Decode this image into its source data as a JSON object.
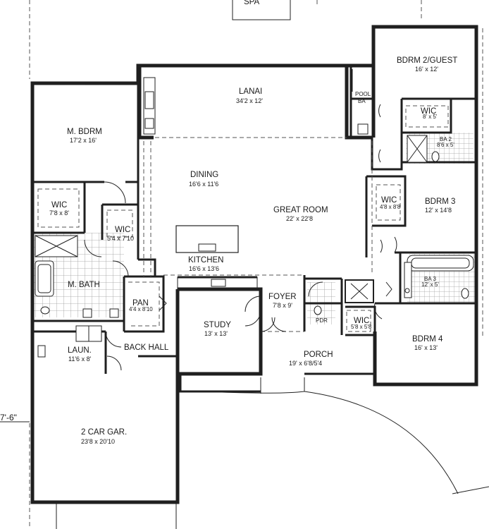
{
  "plan": {
    "partial_label": "SPA",
    "dimension_label": "7'-6\"",
    "rooms": {
      "lanai": {
        "name": "LANAI",
        "dim": "34'2 x 12'"
      },
      "pool_bath": {
        "name": "POOL",
        "sub": "BA"
      },
      "bdrm2": {
        "name": "BDRM 2/GUEST",
        "dim": "16' x 12'"
      },
      "wic_guest": {
        "name": "WIC",
        "dim": "8' x 5'"
      },
      "bath2": {
        "name": "BA 2",
        "dim": "8'6 x 5'"
      },
      "m_bdrm": {
        "name": "M. BDRM",
        "dim": "17'2 x 16'"
      },
      "dining": {
        "name": "DINING",
        "dim": "16'6 x 11'6"
      },
      "great_room": {
        "name": "GREAT ROOM",
        "dim": "22' x 22'8"
      },
      "wic_m1": {
        "name": "WIC",
        "dim": "7'8 x 8'"
      },
      "wic_m2": {
        "name": "WIC",
        "dim": "5'4 x 7'10"
      },
      "wic_b3": {
        "name": "WIC",
        "dim": "4'8 x 8'8"
      },
      "bdrm3": {
        "name": "BDRM 3",
        "dim": "12' x 14'8"
      },
      "kitchen": {
        "name": "KITCHEN",
        "dim": "16'6 x 13'6"
      },
      "m_bath": {
        "name": "M. BATH"
      },
      "pan": {
        "name": "PAN",
        "dim": "4'4 x 8'10"
      },
      "foyer": {
        "name": "FOYER",
        "dim": "7'8 x 9'"
      },
      "bath3": {
        "name": "BA 3",
        "dim": "12' x 5'"
      },
      "pdr": {
        "name": "PDR"
      },
      "wic_b4": {
        "name": "WIC",
        "dim": "5'8 x 5'8"
      },
      "study": {
        "name": "STUDY",
        "dim": "13' x 13'"
      },
      "bdrm4": {
        "name": "BDRM 4",
        "dim": "16' x 13'"
      },
      "laun": {
        "name": "LAUN.",
        "dim": "11'6 x 8'"
      },
      "back_hall": {
        "name": "BACK HALL"
      },
      "porch": {
        "name": "PORCH",
        "dim": "19' x 6'8/5'4"
      },
      "garage": {
        "name": "2 CAR GAR.",
        "dim": "23'8 x 20'10"
      }
    }
  }
}
